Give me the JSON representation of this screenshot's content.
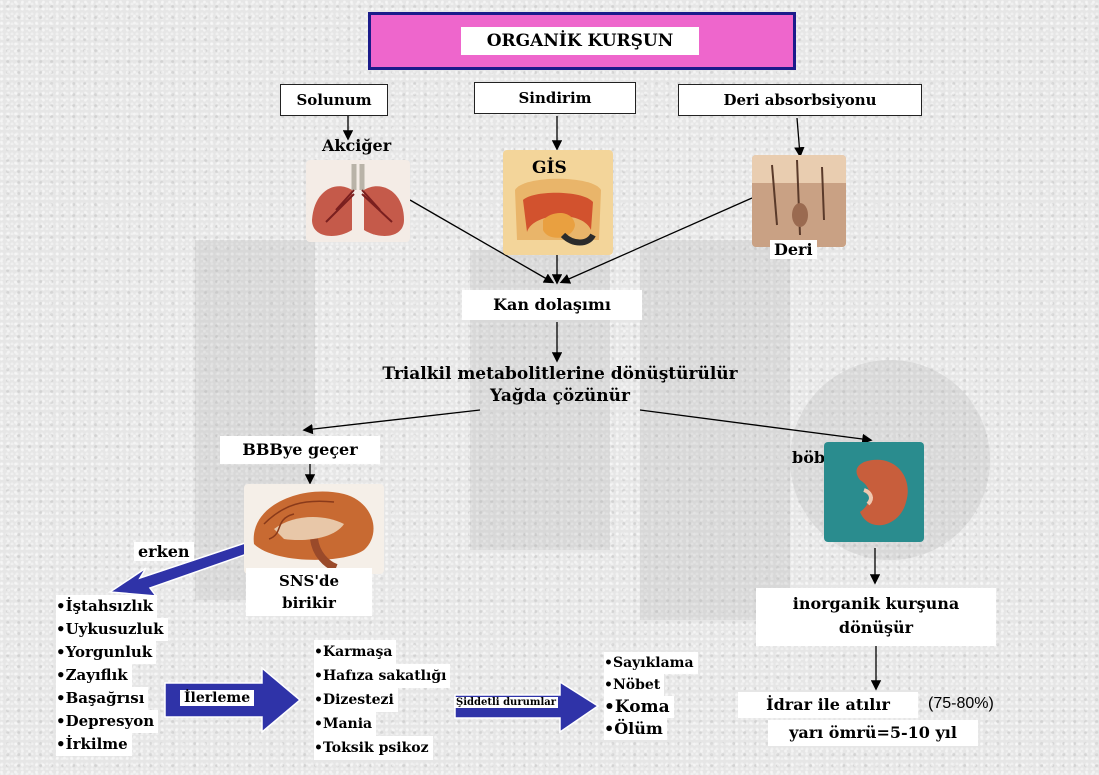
{
  "title": "ORGANİK KURŞUN",
  "sources": {
    "solunum": "Solunum",
    "sindirim": "Sindirim",
    "deri_absorbsiyonu": "Deri absorbsiyonu"
  },
  "organs": {
    "akciger": "Akciğer",
    "gis": "GİS",
    "deri": "Deri"
  },
  "flow": {
    "kan_dolasimi": "Kan dolaşımı",
    "trialkil_line1": "Trialkil metabolitlerine dönüştürülür",
    "trialkil_line2": "Yağda çözünür",
    "bbb": "BBBye geçer",
    "bobrek": "böbrek",
    "sns_line1": "SNS'de",
    "sns_line2": "birikir",
    "inorganik_line1": "inorganik kurşuna",
    "inorganik_line2": "dönüşür",
    "idrar": "İdrar ile atılır",
    "percent": "(75-80%)",
    "half_life": "yarı ömrü=5-10 yıl"
  },
  "arrow_labels": {
    "erken": "erken",
    "ilerleme": "İlerleme",
    "siddetli": "Şiddetli durumlar"
  },
  "early_symptoms": [
    "İştahsızlık",
    "Uykusuzluk",
    "Yorgunluk",
    "Zayıflık",
    "Başağrısı",
    "Depresyon",
    "İrkilme"
  ],
  "progression_symptoms": [
    "Karmaşa",
    "Hafıza sakatlığı",
    "Dizestezi",
    "Mania",
    "Toksik psikoz"
  ],
  "severe_symptoms": [
    "Sayıklama",
    "Nöbet",
    "Koma",
    "Ölüm"
  ],
  "colors": {
    "title_fill": "#ee66cc",
    "title_border": "#1b1b8a",
    "arrow_blue": "#2f33a8"
  }
}
